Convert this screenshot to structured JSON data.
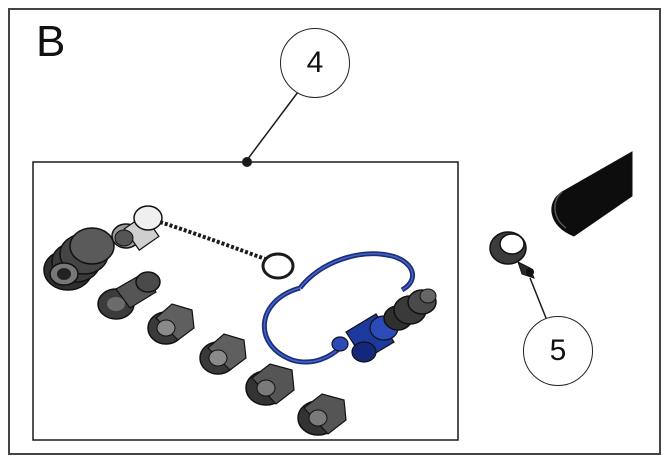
{
  "panel": {
    "letter": "B"
  },
  "callouts": [
    {
      "id": "4"
    },
    {
      "id": "5"
    }
  ],
  "colors": {
    "line": "#1a1a1a",
    "fitting_dark": "#3a3a3a",
    "fitting_mid": "#6d6d6d",
    "fitting_light": "#b5b5b5",
    "loop_blue": "#1c2f7a",
    "cap_blue": "#2a4bb8",
    "background": "#ffffff"
  }
}
